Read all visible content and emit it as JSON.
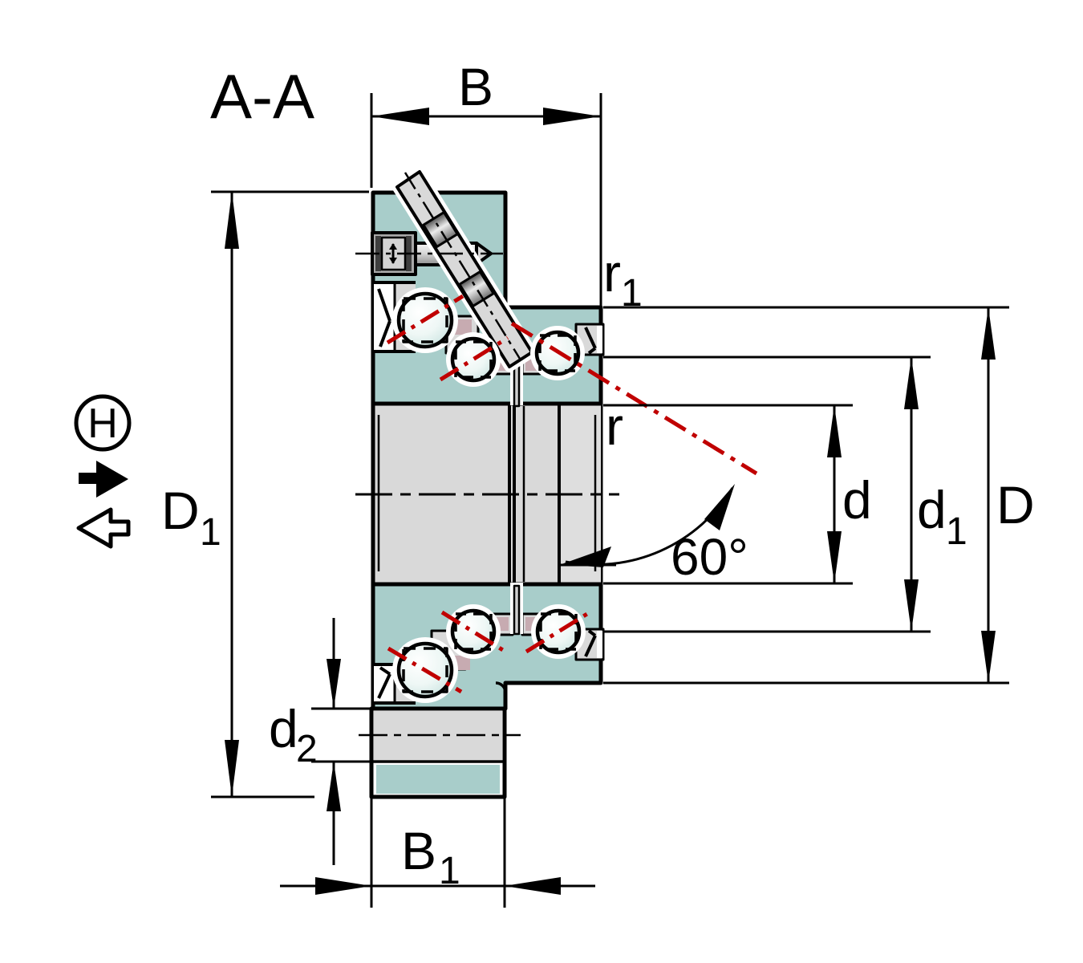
{
  "diagram": {
    "title_note": "bearing cross-section drawing",
    "labels": {
      "section": "A-A",
      "width": "B",
      "flange_width_main": "B",
      "flange_width_sub": "1",
      "outside_dia": "D",
      "flange_dia_main": "D",
      "flange_dia_sub": "1",
      "bore_dia": "d",
      "shoulder_dia_main": "d",
      "shoulder_dia_sub": "1",
      "hole_dia_main": "d",
      "hole_dia_sub": "2",
      "chamfer": "r",
      "chamfer1_main": "r",
      "chamfer1_sub": "1",
      "contact_angle": "60°",
      "direction_symbol": "H"
    },
    "colors": {
      "ring_teal": "#a8cdca",
      "steel_gray": "#d9d9d9",
      "cage_mauve": "#c7abb1",
      "contact_red": "#c00000",
      "outline_black": "#000000",
      "background": "#ffffff"
    }
  }
}
